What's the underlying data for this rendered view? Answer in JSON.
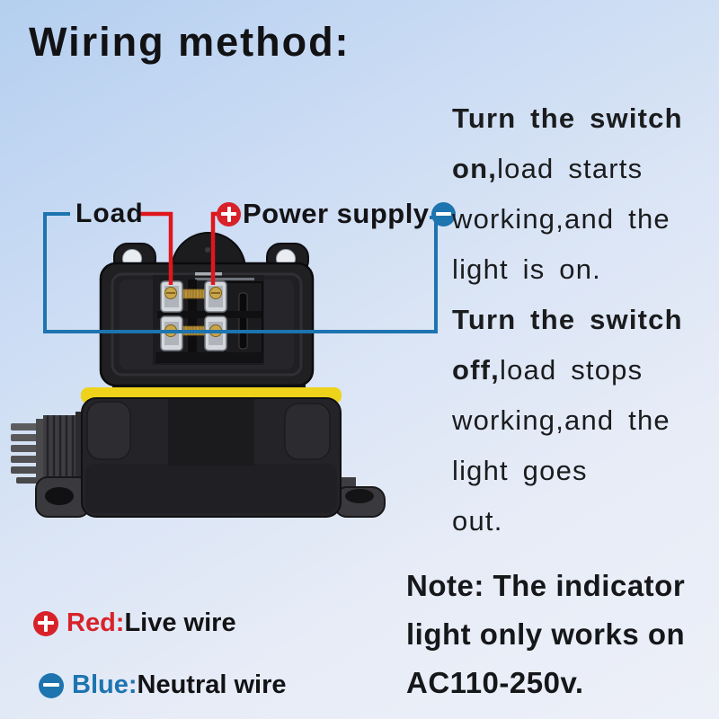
{
  "title": "Wiring method:",
  "labels": {
    "load": "Load",
    "power_supply": "Power supply"
  },
  "instructions": {
    "lines": [
      {
        "b": "Turn the switch",
        "r": ""
      },
      {
        "b": "on,",
        "r": "load starts"
      },
      {
        "b": "",
        "r": "working,and the"
      },
      {
        "b": "",
        "r": "light is on."
      },
      {
        "b": "Turn the switch",
        "r": ""
      },
      {
        "b": "off,",
        "r": "load stops"
      },
      {
        "b": "",
        "r": "working,and the"
      },
      {
        "b": "",
        "r": "light goes"
      },
      {
        "b": "",
        "r": "out."
      }
    ]
  },
  "note": {
    "lines": [
      "Note: The indicator",
      "light only works on",
      "AC110-250v."
    ]
  },
  "legend": [
    {
      "icon": "plus-icon",
      "term": "Red:",
      "desc": "Live wire"
    },
    {
      "icon": "minus-icon",
      "term": "Blue:",
      "desc": "Neutral wire"
    }
  ],
  "colors": {
    "live_red": "#d8222a",
    "neutral_blue": "#1d74af",
    "seal_yellow": "#eed31a",
    "device_black": "#202023"
  }
}
